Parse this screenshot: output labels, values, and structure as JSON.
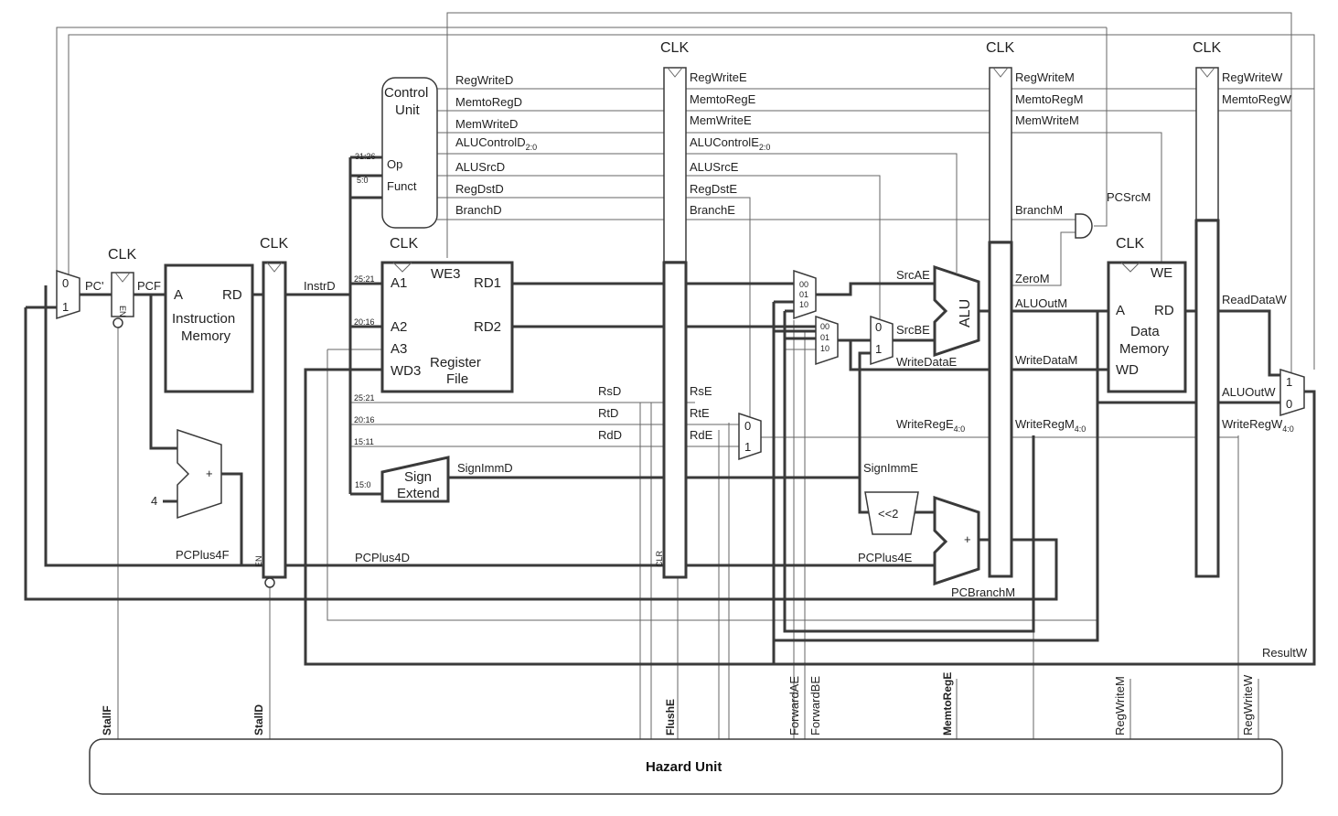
{
  "clk": "CLK",
  "pc": {
    "pcprime": "PC'",
    "pcf": "PCF",
    "pcplus4f": "PCPlus4F",
    "pcplus4d": "PCPlus4D",
    "pcplus4e": "PCPlus4E",
    "pcbranchm": "PCBranchM",
    "pcsrcm": "PCSrcM",
    "four": "4",
    "en": "EN"
  },
  "instr_mem": {
    "title1": "Instruction",
    "title2": "Memory",
    "a": "A",
    "rd": "RD"
  },
  "instrd": "InstrD",
  "control": {
    "title1": "Control",
    "title2": "Unit",
    "op": "Op",
    "funct": "Funct"
  },
  "fields": {
    "b31_26": "31:26",
    "b5_0": "5:0",
    "b25_21a": "25:21",
    "b20_16a": "20:16",
    "b25_21b": "25:21",
    "b20_16b": "20:16",
    "b15_11": "15:11",
    "b15_0": "15:0"
  },
  "regfile": {
    "a1": "A1",
    "a2": "A2",
    "a3": "A3",
    "wd3": "WD3",
    "we3": "WE3",
    "rd1": "RD1",
    "rd2": "RD2",
    "title1": "Register",
    "title2": "File"
  },
  "sign_extend": {
    "l1": "Sign",
    "l2": "Extend"
  },
  "sigs_d": {
    "regwrite": "RegWriteD",
    "memtoreg": "MemtoRegD",
    "memwrite": "MemWriteD",
    "aluctrl": "ALUControlD",
    "aluctrl_sub": "2:0",
    "alusrc": "ALUSrcD",
    "regdst": "RegDstD",
    "branch": "BranchD"
  },
  "sigs_e": {
    "regwrite": "RegWriteE",
    "memtoreg": "MemtoRegE",
    "memwrite": "MemWriteE",
    "aluctrl": "ALUControlE",
    "aluctrl_sub": "2:0",
    "alusrc": "ALUSrcE",
    "regdst": "RegDstE",
    "branch": "BranchE"
  },
  "sigs_m": {
    "regwrite": "RegWriteM",
    "memtoreg": "MemtoRegM",
    "memwrite": "MemWriteM",
    "branch": "BranchM",
    "zero": "ZeroM",
    "aluout": "ALUOutM",
    "writedata": "WriteDataM",
    "writereg": "WriteRegM",
    "writereg_sub": "4:0"
  },
  "sigs_w": {
    "regwrite": "RegWriteW",
    "memtoreg": "MemtoRegW",
    "readdata": "ReadDataW",
    "aluout": "ALUOutW",
    "writereg": "WriteRegW",
    "writereg_sub": "4:0",
    "result": "ResultW"
  },
  "regs_d": {
    "rsd": "RsD",
    "rtd": "RtD",
    "rdd": "RdD",
    "signimmd": "SignImmD"
  },
  "regs_e": {
    "rse": "RsE",
    "rte": "RtE",
    "rde": "RdE",
    "signimme": "SignImmE",
    "srcae": "SrcAE",
    "srcbe": "SrcBE",
    "writedatae": "WriteDataE",
    "writerege": "WriteRegE",
    "writerege_sub": "4:0",
    "clr": "CLR"
  },
  "mux": {
    "zero": "0",
    "one": "1",
    "s00": "00",
    "s01": "01",
    "s10": "10"
  },
  "alu": "ALU",
  "shift": "<<2",
  "plus": "+",
  "data_mem": {
    "we": "WE",
    "a": "A",
    "rd": "RD",
    "wd": "WD",
    "title1": "Data",
    "title2": "Memory"
  },
  "hazard": {
    "title": "Hazard Unit",
    "stallf": "StallF",
    "stalld": "StallD",
    "flushe": "FlushE",
    "forwardae": "ForwardAE",
    "forwardbe": "ForwardBE",
    "memtorege": "MemtoRegE",
    "regwritem": "RegWriteM",
    "regwritew": "RegWriteW"
  }
}
